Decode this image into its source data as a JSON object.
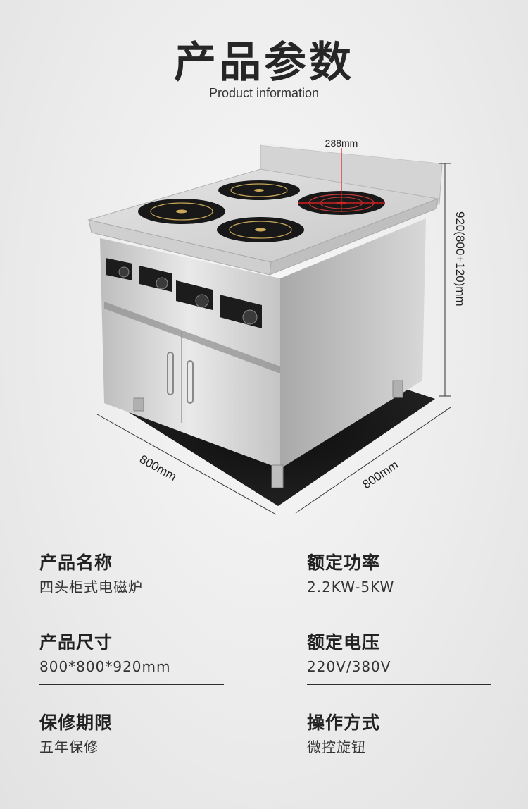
{
  "header": {
    "title": "产品参数",
    "subtitle": "Product information"
  },
  "dimensions": {
    "burner_diameter": "288mm",
    "height": "920(800+120)mm",
    "width": "800mm",
    "depth": "800mm"
  },
  "specs": [
    {
      "label": "产品名称",
      "value": "四头柜式电磁炉"
    },
    {
      "label": "额定功率",
      "value": "2.2KW-5KW"
    },
    {
      "label": "产品尺寸",
      "value": "800*800*920mm"
    },
    {
      "label": "额定电压",
      "value": "220V/380V"
    },
    {
      "label": "保修期限",
      "value": "五年保修"
    },
    {
      "label": "操作方式",
      "value": "微控旋钮"
    }
  ]
}
